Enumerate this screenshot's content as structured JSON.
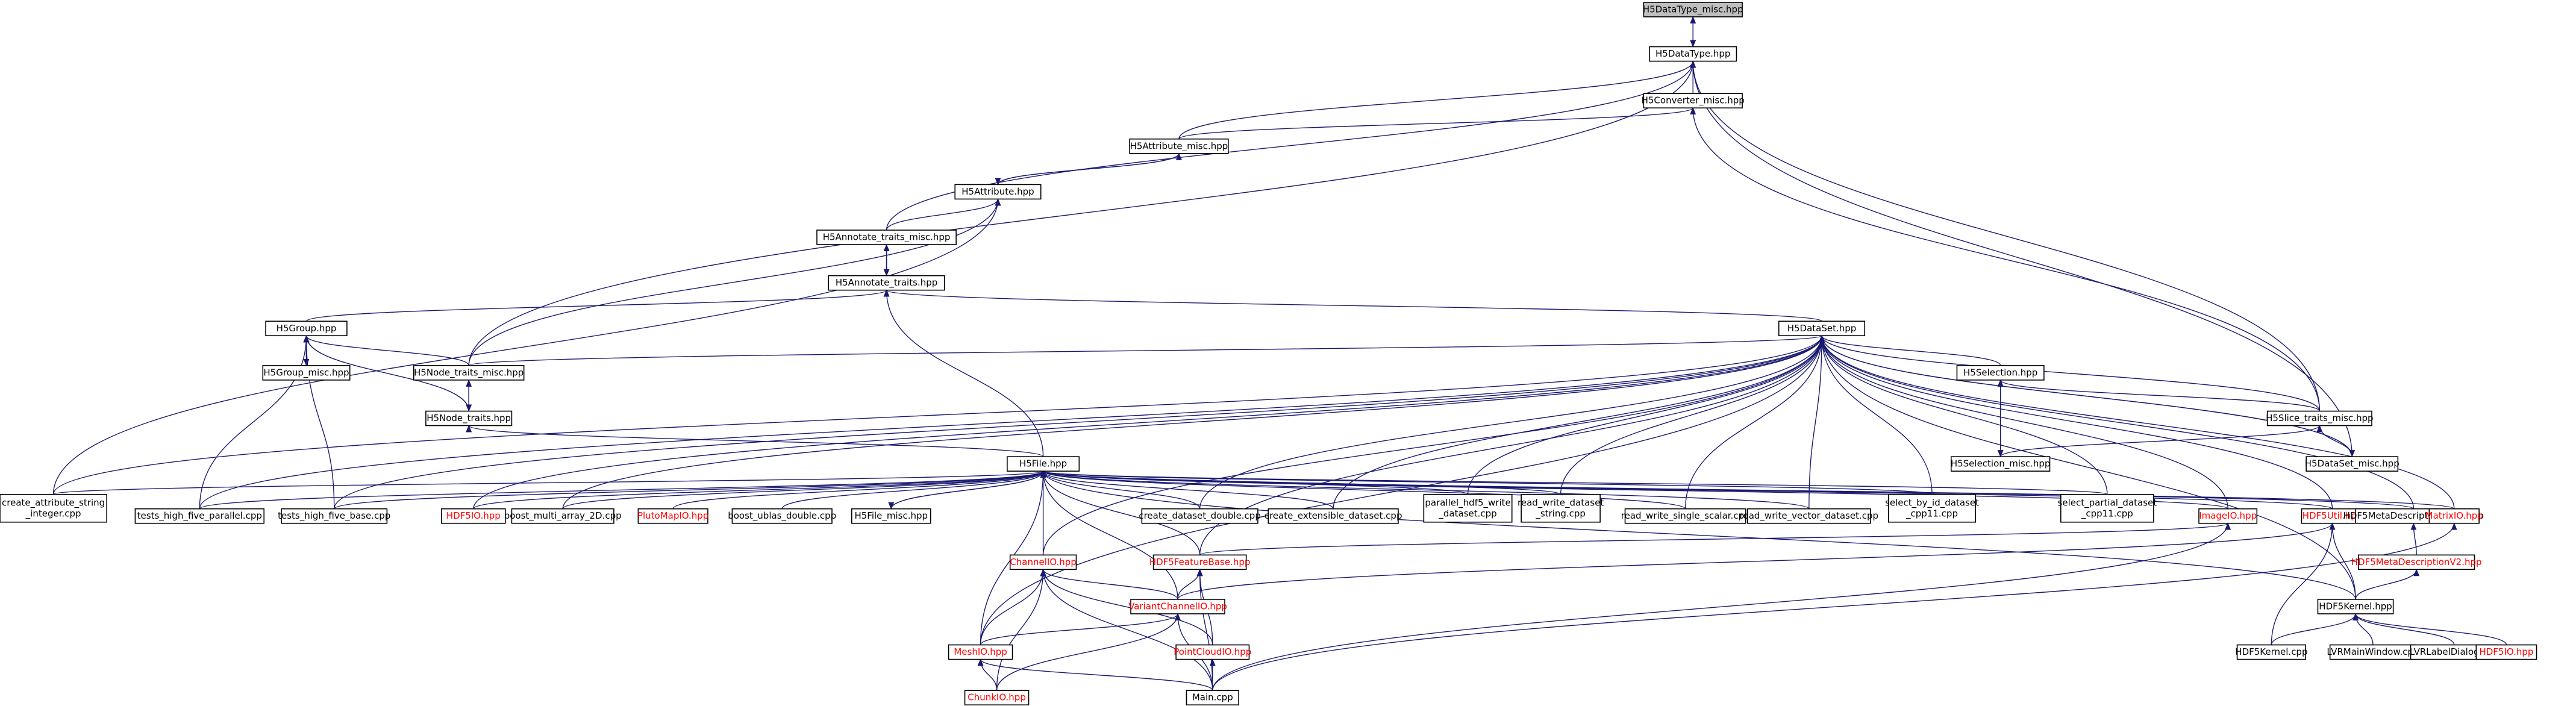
{
  "colors": {
    "edge": "#191970",
    "root_fill": "#bfbfbf",
    "box_fill": "#ffffff",
    "text": "#000000",
    "red_text": "#ff0000",
    "red_border": "#ff0000"
  },
  "nodes": [
    {
      "id": "n0",
      "label": "H5DataType_misc.hpp",
      "root": true
    },
    {
      "id": "n1",
      "label": "H5DataType.hpp"
    },
    {
      "id": "n2",
      "label": "H5Converter_misc.hpp"
    },
    {
      "id": "n3",
      "label": "H5Attribute_misc.hpp"
    },
    {
      "id": "n4",
      "label": "H5Attribute.hpp"
    },
    {
      "id": "n5",
      "label": "H5Annotate_traits_misc.hpp"
    },
    {
      "id": "n6",
      "label": "H5Annotate_traits.hpp"
    },
    {
      "id": "n7",
      "label": "H5Group.hpp"
    },
    {
      "id": "n8",
      "label": "H5Group_misc.hpp"
    },
    {
      "id": "n9",
      "label": "H5Node_traits_misc.hpp"
    },
    {
      "id": "n10",
      "label": "H5Node_traits.hpp"
    },
    {
      "id": "n11",
      "label": "H5DataSet.hpp"
    },
    {
      "id": "n12",
      "label": "H5Selection.hpp"
    },
    {
      "id": "n13",
      "label": "H5Selection_misc.hpp"
    },
    {
      "id": "n14",
      "label": "H5Slice_traits_misc.hpp"
    },
    {
      "id": "n15",
      "label": "H5DataSet_misc.hpp"
    },
    {
      "id": "n16",
      "label": "H5File.hpp"
    },
    {
      "id": "n17",
      "label": "create_attribute_string\n_integer.cpp"
    },
    {
      "id": "n18",
      "label": "tests_high_five_parallel.cpp"
    },
    {
      "id": "n19",
      "label": "tests_high_five_base.cpp"
    },
    {
      "id": "n20",
      "label": "HDF5IO.hpp",
      "red": true
    },
    {
      "id": "n21",
      "label": "boost_multi_array_2D.cpp"
    },
    {
      "id": "n22",
      "label": "PlutoMapIO.hpp",
      "red": true
    },
    {
      "id": "n23",
      "label": "boost_ublas_double.cpp"
    },
    {
      "id": "n24",
      "label": "H5File_misc.hpp"
    },
    {
      "id": "n25",
      "label": "create_dataset_double.cpp"
    },
    {
      "id": "n26",
      "label": "create_extensible_dataset.cpp"
    },
    {
      "id": "n27",
      "label": "parallel_hdf5_write\n_dataset.cpp"
    },
    {
      "id": "n28",
      "label": "read_write_dataset\n_string.cpp"
    },
    {
      "id": "n29",
      "label": "read_write_single_scalar.cpp"
    },
    {
      "id": "n30",
      "label": "read_write_vector_dataset.cpp"
    },
    {
      "id": "n31",
      "label": "select_by_id_dataset\n_cpp11.cpp"
    },
    {
      "id": "n32",
      "label": "select_partial_dataset\n_cpp11.cpp"
    },
    {
      "id": "n33",
      "label": "ImageIO.hpp",
      "red": true
    },
    {
      "id": "n34",
      "label": "HDF5Util.hpp",
      "red": true
    },
    {
      "id": "n35",
      "label": "HDF5MetaDescriptionBase.hpp"
    },
    {
      "id": "n36",
      "label": "MatrixIO.hpp",
      "red": true
    },
    {
      "id": "n37",
      "label": "HDF5MetaDescriptionV2.hpp",
      "red": true
    },
    {
      "id": "n38",
      "label": "HDF5Kernel.hpp"
    },
    {
      "id": "n39",
      "label": "ChannelIO.hpp",
      "red": true
    },
    {
      "id": "n40",
      "label": "HDF5FeatureBase.hpp",
      "red": true
    },
    {
      "id": "n41",
      "label": "VariantChannelIO.hpp",
      "red": true
    },
    {
      "id": "n42",
      "label": "MeshIO.hpp",
      "red": true
    },
    {
      "id": "n43",
      "label": "PointCloudIO.hpp",
      "red": true
    },
    {
      "id": "n44",
      "label": "ChunkIO.hpp",
      "red": true
    },
    {
      "id": "n45",
      "label": "Main.cpp"
    },
    {
      "id": "n46",
      "label": "HDF5Kernel.cpp"
    },
    {
      "id": "n47",
      "label": "LVRMainWindow.cpp"
    },
    {
      "id": "n48",
      "label": "LVRLabelDialog.cpp"
    },
    {
      "id": "n49",
      "label": "HDF5IO.hpp",
      "red": true
    }
  ],
  "edges": [
    [
      "n0",
      "n1"
    ],
    [
      "n1",
      "n0"
    ],
    [
      "n1",
      "n2"
    ],
    [
      "n1",
      "n3"
    ],
    [
      "n1",
      "n5"
    ],
    [
      "n1",
      "n9"
    ],
    [
      "n1",
      "n14"
    ],
    [
      "n1",
      "n15"
    ],
    [
      "n2",
      "n3"
    ],
    [
      "n2",
      "n14"
    ],
    [
      "n3",
      "n4"
    ],
    [
      "n4",
      "n3"
    ],
    [
      "n4",
      "n5"
    ],
    [
      "n4",
      "n9"
    ],
    [
      "n4",
      "n17"
    ],
    [
      "n5",
      "n6"
    ],
    [
      "n6",
      "n5"
    ],
    [
      "n6",
      "n7"
    ],
    [
      "n6",
      "n11"
    ],
    [
      "n6",
      "n16"
    ],
    [
      "n7",
      "n8"
    ],
    [
      "n8",
      "n7"
    ],
    [
      "n7",
      "n9"
    ],
    [
      "n7",
      "n10"
    ],
    [
      "n7",
      "n18"
    ],
    [
      "n7",
      "n19"
    ],
    [
      "n9",
      "n10"
    ],
    [
      "n10",
      "n9"
    ],
    [
      "n10",
      "n16"
    ],
    [
      "n11",
      "n9"
    ],
    [
      "n11",
      "n12"
    ],
    [
      "n11",
      "n14"
    ],
    [
      "n11",
      "n15"
    ],
    [
      "n15",
      "n11"
    ],
    [
      "n11",
      "n17"
    ],
    [
      "n11",
      "n18"
    ],
    [
      "n11",
      "n19"
    ],
    [
      "n11",
      "n20"
    ],
    [
      "n11",
      "n21"
    ],
    [
      "n11",
      "n25"
    ],
    [
      "n11",
      "n26"
    ],
    [
      "n11",
      "n27"
    ],
    [
      "n11",
      "n28"
    ],
    [
      "n11",
      "n29"
    ],
    [
      "n11",
      "n30"
    ],
    [
      "n11",
      "n31"
    ],
    [
      "n11",
      "n32"
    ],
    [
      "n11",
      "n33"
    ],
    [
      "n11",
      "n34"
    ],
    [
      "n11",
      "n35"
    ],
    [
      "n11",
      "n36"
    ],
    [
      "n11",
      "n39"
    ],
    [
      "n11",
      "n40"
    ],
    [
      "n11",
      "n42"
    ],
    [
      "n11",
      "n38"
    ],
    [
      "n12",
      "n13"
    ],
    [
      "n13",
      "n12"
    ],
    [
      "n12",
      "n14"
    ],
    [
      "n14",
      "n13"
    ],
    [
      "n14",
      "n15"
    ],
    [
      "n16",
      "n17"
    ],
    [
      "n16",
      "n18"
    ],
    [
      "n16",
      "n19"
    ],
    [
      "n16",
      "n20"
    ],
    [
      "n16",
      "n21"
    ],
    [
      "n16",
      "n22"
    ],
    [
      "n16",
      "n23"
    ],
    [
      "n16",
      "n24"
    ],
    [
      "n24",
      "n16"
    ],
    [
      "n16",
      "n25"
    ],
    [
      "n16",
      "n26"
    ],
    [
      "n16",
      "n27"
    ],
    [
      "n16",
      "n28"
    ],
    [
      "n16",
      "n29"
    ],
    [
      "n16",
      "n30"
    ],
    [
      "n16",
      "n31"
    ],
    [
      "n16",
      "n32"
    ],
    [
      "n16",
      "n33"
    ],
    [
      "n16",
      "n34"
    ],
    [
      "n16",
      "n35"
    ],
    [
      "n16",
      "n36"
    ],
    [
      "n16",
      "n39"
    ],
    [
      "n16",
      "n40"
    ],
    [
      "n16",
      "n41"
    ],
    [
      "n16",
      "n42"
    ],
    [
      "n16",
      "n38"
    ],
    [
      "n33",
      "n40"
    ],
    [
      "n33",
      "n45"
    ],
    [
      "n34",
      "n41"
    ],
    [
      "n34",
      "n38"
    ],
    [
      "n34",
      "n46"
    ],
    [
      "n35",
      "n37"
    ],
    [
      "n37",
      "n38"
    ],
    [
      "n36",
      "n45"
    ],
    [
      "n38",
      "n46"
    ],
    [
      "n38",
      "n47"
    ],
    [
      "n38",
      "n48"
    ],
    [
      "n38",
      "n49"
    ],
    [
      "n39",
      "n41"
    ],
    [
      "n39",
      "n42"
    ],
    [
      "n39",
      "n43"
    ],
    [
      "n39",
      "n44"
    ],
    [
      "n39",
      "n45"
    ],
    [
      "n40",
      "n41"
    ],
    [
      "n40",
      "n43"
    ],
    [
      "n40",
      "n45"
    ],
    [
      "n41",
      "n42"
    ],
    [
      "n41",
      "n44"
    ],
    [
      "n41",
      "n45"
    ],
    [
      "n42",
      "n44"
    ],
    [
      "n42",
      "n45"
    ],
    [
      "n43",
      "n45"
    ]
  ]
}
